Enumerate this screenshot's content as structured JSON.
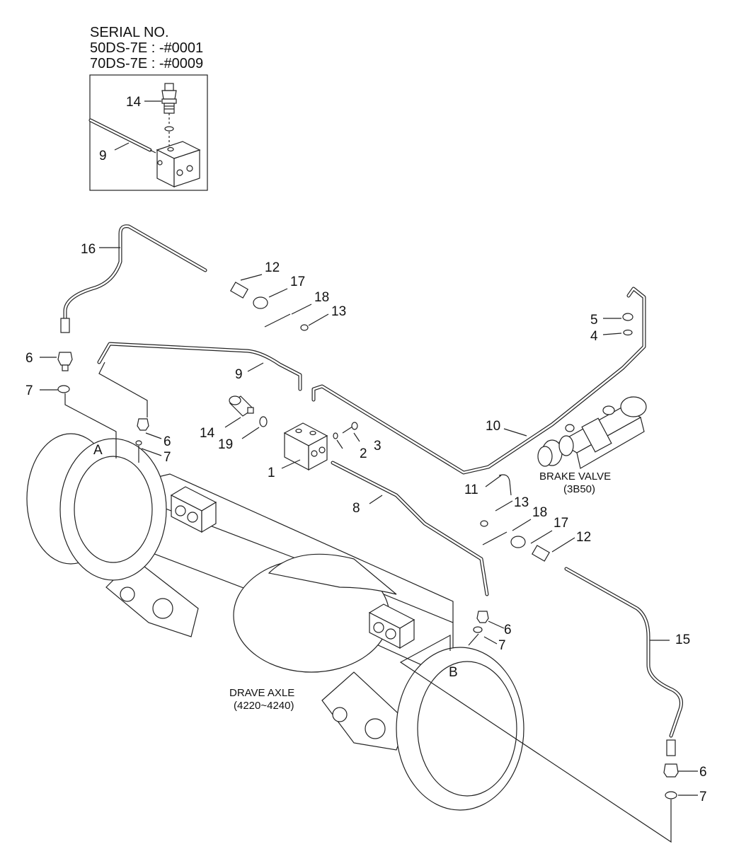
{
  "serial_note": {
    "title": "SERIAL NO.",
    "line1": "50DS-7E : -#0001",
    "line2": "70DS-7E : -#0009"
  },
  "inset_callouts": {
    "switch": "14",
    "pipe": "9"
  },
  "callouts": {
    "c1": "1",
    "c2": "2",
    "c3": "3",
    "c4": "4",
    "c5": "5",
    "c6a": "6",
    "c6b": "6",
    "c6c": "6",
    "c6d": "6",
    "c7a": "7",
    "c7b": "7",
    "c7c": "7",
    "c7d": "7",
    "c8": "8",
    "c9": "9",
    "c10": "10",
    "c11": "11",
    "c12a": "12",
    "c12b": "12",
    "c13a": "13",
    "c13b": "13",
    "c14": "14",
    "c15": "15",
    "c16": "16",
    "c17a": "17",
    "c17b": "17",
    "c18a": "18",
    "c18b": "18",
    "c19": "19"
  },
  "markers": {
    "a": "A",
    "b": "B"
  },
  "brake_valve": {
    "name": "BRAKE VALVE",
    "ref": "(3B50)"
  },
  "drive_axle": {
    "name": "DRAVE AXLE",
    "ref": "(4220~4240)"
  }
}
